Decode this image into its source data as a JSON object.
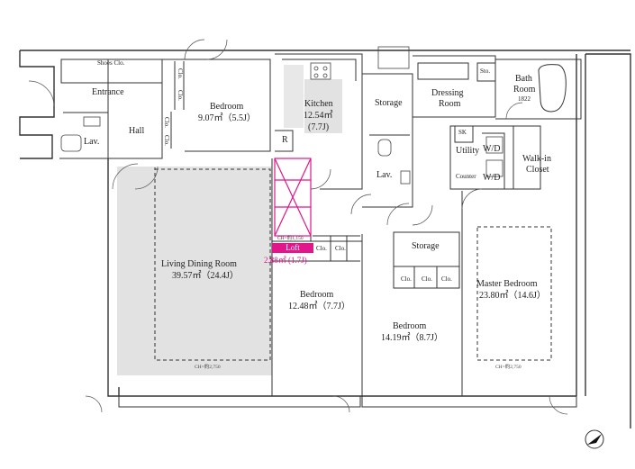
{
  "rooms": {
    "shoes": "Shoes Clo.",
    "entrance": "Entrance",
    "hall": "Hall",
    "lav1": "Lav.",
    "clo_a": "Clo.",
    "clo_b": "Clo.",
    "clo_c": "Clo.",
    "clo_d": "Clo.",
    "bedroom1": "Bedroom",
    "bedroom1_area": "9.07㎡（5.5J）",
    "kitchen": "Kitchen",
    "kitchen_area": "12.54㎡",
    "kitchen_j": "(7.7J)",
    "fridge": "R",
    "storage1": "Storage",
    "dressing": "Dressing",
    "dressing2": "Room",
    "sto": "Sto.",
    "bath": "Bath",
    "bath2": "Room",
    "bath_size": "1822",
    "sk": "SK",
    "utility": "Utility",
    "wd1": "W/D",
    "wd2": "W/D",
    "counter": "Counter",
    "walkin": "Walk-in",
    "walkin2": "Closet",
    "lav2": "Lav.",
    "living": "Living Dining Room",
    "living_area": "39.57㎡（24.4J）",
    "living_ch": "CH=約2,750",
    "loft": "Loft",
    "loft_area": "2.88㎡ (1.7J)",
    "loft_ch": "CH=約1,150",
    "clo_e": "Clo.",
    "clo_f": "Clo.",
    "bedroom2": "Bedroom",
    "bedroom2_area": "12.48㎡（7.7J）",
    "storage2": "Storage",
    "clo_g": "Clo.",
    "clo_h": "Clo.",
    "clo_i": "Clo.",
    "bedroom3": "Bedroom",
    "bedroom3_area": "14.19㎡（8.7J）",
    "master": "Master Bedroom",
    "master_area": "23.80㎡（14.6J）",
    "master_ch": "CH=約2,750"
  },
  "colors": {
    "wall": "#333333",
    "floor_shade": "#e2e2e2",
    "loft": "#e0168a"
  },
  "icons": {
    "compass": "north-arrow-icon"
  }
}
